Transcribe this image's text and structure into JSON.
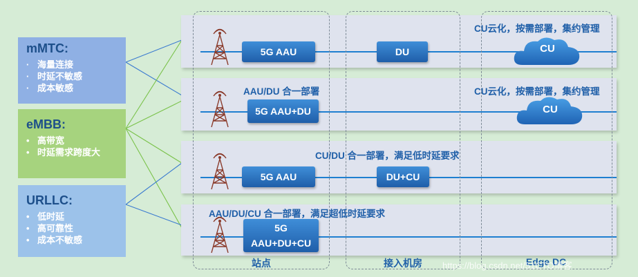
{
  "categories": [
    {
      "title": "mMTC:",
      "bullet": "·",
      "items": [
        "海量连接",
        "时延不敏感",
        "成本敏感"
      ]
    },
    {
      "title": "eMBB:",
      "bullet": "•",
      "items": [
        "高带宽",
        "时延需求跨度大"
      ]
    },
    {
      "title": "URLLC:",
      "bullet": "•",
      "items": [
        "低时延",
        "高可靠性",
        "成本不敏感"
      ]
    }
  ],
  "zones": [
    "站点",
    "接入机房",
    "Edge DC"
  ],
  "rows": [
    {
      "blocks": [
        "5G AAU",
        "DU"
      ],
      "cloud": "CU",
      "note": "CU云化，按需部署，集约管理"
    },
    {
      "blocks": [
        "5G AAU+DU"
      ],
      "cloud": "CU",
      "note_left": "AAU/DU 合一部署",
      "note": "CU云化，按需部署，集约管理"
    },
    {
      "blocks": [
        "5G AAU",
        "DU+CU"
      ],
      "note": "CU/DU 合一部署，满足低时延要求"
    },
    {
      "blocks": [
        "5G",
        "AAU+DU+CU"
      ],
      "note": "AAU/DU/CU 合一部署，满足超低时延要求"
    }
  ],
  "watermark": "https://blog.csdn.net/51CTO博客",
  "colors": {
    "background": "#d6ecd6",
    "row": "#dfe3ee",
    "block": "#2a6fbf",
    "line": "#1e7fd0",
    "note": "#1f5fa8",
    "connector": "#3a7ad0",
    "connector_green": "#7ac24a",
    "tower": "#8a3a2a"
  }
}
